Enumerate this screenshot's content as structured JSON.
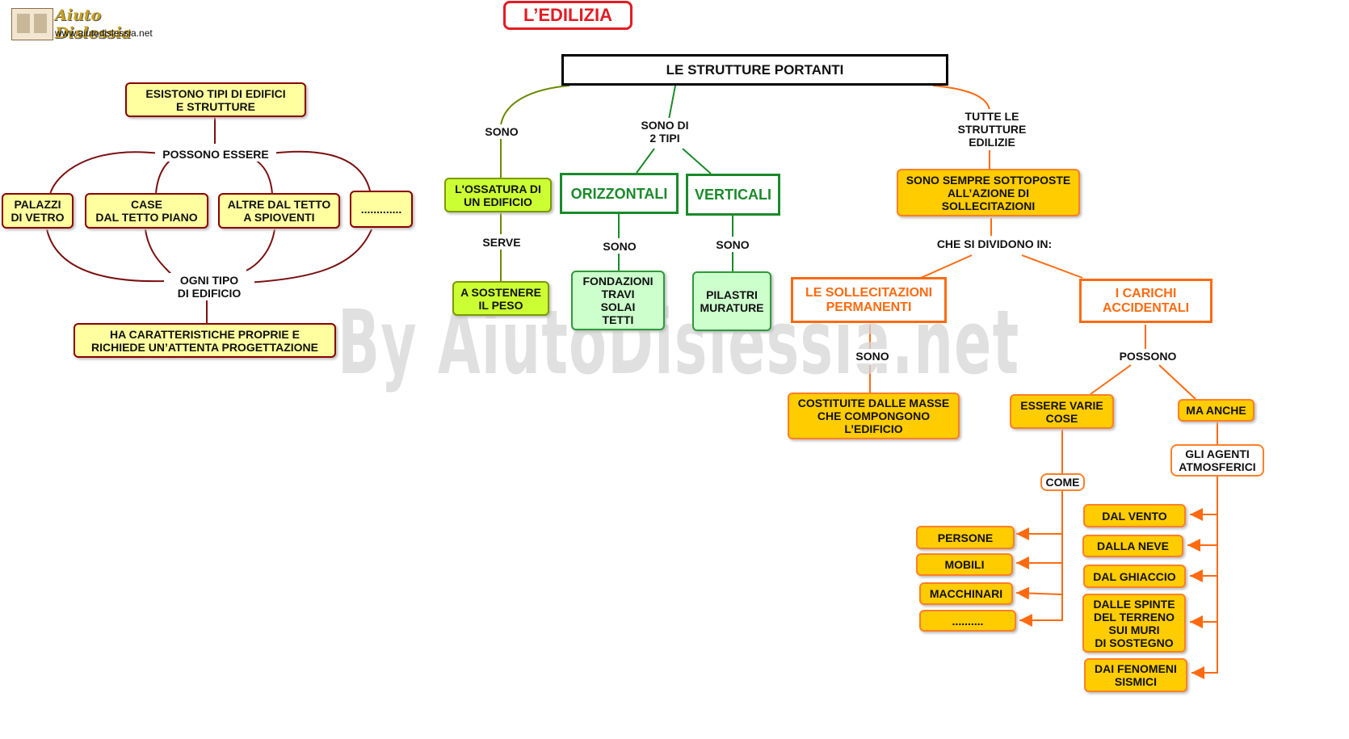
{
  "branding": {
    "logo_name": "Aiuto Dislessia",
    "logo_url": "www.aiutodislessia.net",
    "watermark": "By AiutoDislessia.net"
  },
  "title": "L’EDILIZIA",
  "main_node": "LE STRUTTURE PORTANTI",
  "left": {
    "intro": "ESISTONO TIPI DI EDIFICI\nE STRUTTURE",
    "link_possono": "POSSONO ESSERE",
    "types": [
      "PALAZZI\nDI VETRO",
      "CASE\nDAL TETTO PIANO",
      "ALTRE DAL TETTO\nA SPIOVENTI",
      "............."
    ],
    "link_ogni": "OGNI TIPO\nDI EDIFICIO",
    "conclusion": "HA CARATTERISTICHE PROPRIE E\nRICHIEDE UN’ATTENTA PROGETTAZIONE"
  },
  "center": {
    "link_sono": "SONO",
    "ossatura": "L'OSSATURA DI\nUN EDIFICIO",
    "link_serve": "SERVE",
    "sostenere": "A SOSTENERE\nIL PESO",
    "link_due_tipi": "SONO DI\n2 TIPI",
    "orizzontali": "ORIZZONTALI",
    "verticali": "VERTICALI",
    "link_sono_o": "SONO",
    "link_sono_v": "SONO",
    "orizzontali_items": "FONDAZIONI\nTRAVI\nSOLAI\nTETTI",
    "verticali_items": "PILASTRI\nMURATURE"
  },
  "right": {
    "link_tutte": "TUTTE LE\nSTRUTTURE\nEDILIZIE",
    "sottoposte": "SONO SEMPRE SOTTOPOSTE\nALL’AZIONE DI\nSOLLECITAZIONI",
    "link_dividono": "CHE SI DIVIDONO IN:",
    "permanenti": "LE SOLLECITAZIONI\nPERMANENTI",
    "accidentali": "I CARICHI\nACCIDENTALI",
    "link_sono": "SONO",
    "masse": "COSTITUITE DALLE MASSE\nCHE COMPONGONO\nL’EDIFICIO",
    "link_possono": "POSSONO",
    "varie": "ESSERE VARIE\nCOSE",
    "ma_anche": "MA ANCHE",
    "link_come": "COME",
    "agenti": "GLI AGENTI\nATMOSFERICI",
    "cose": [
      "PERSONE",
      "MOBILI",
      "MACCHINARI",
      ".........."
    ],
    "agenti_items": [
      "DAL VENTO",
      "DALLA  NEVE",
      "DAL GHIACCIO",
      "DALLE SPINTE\nDEL TERRENO\nSUI MURI\nDI SOSTEGNO",
      "DAI FENOMENI\nSISMICI"
    ]
  },
  "colors": {
    "title_red": "#e31b23",
    "maroon": "#8b0000",
    "green": "#1a8a2a",
    "olive": "#7a9a00",
    "orange": "#ff6a10",
    "yellow_fill": "#ffffa0",
    "orange_fill": "#ffcc00"
  }
}
